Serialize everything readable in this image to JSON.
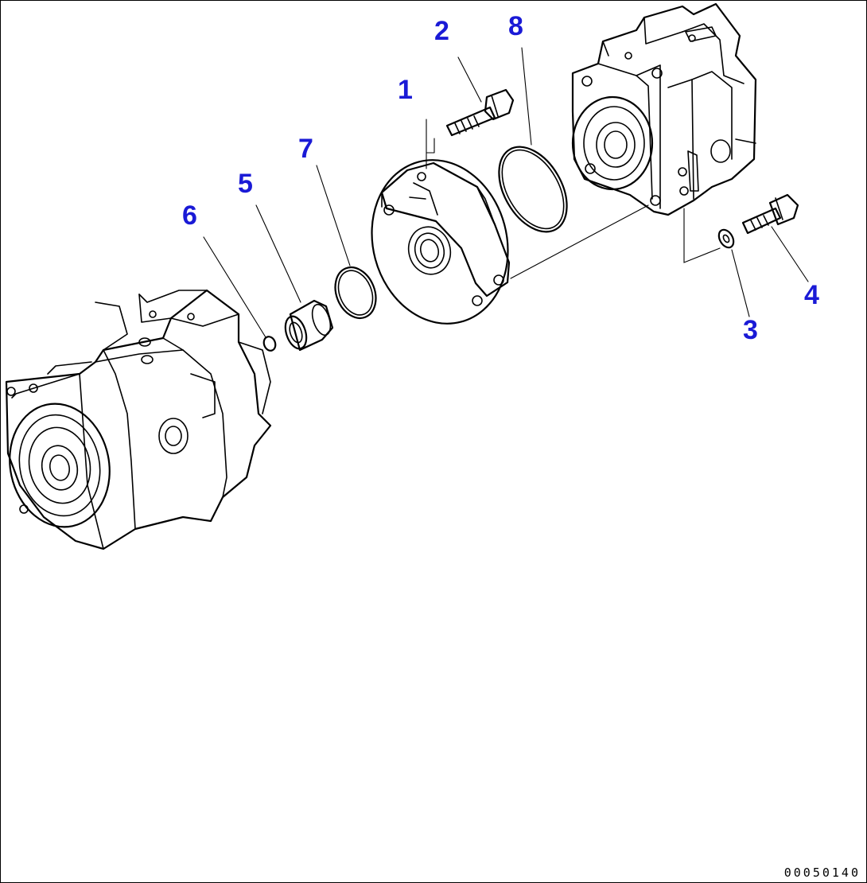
{
  "callouts": {
    "part_1": "1",
    "part_2": "2",
    "part_3": "3",
    "part_4": "4",
    "part_5": "5",
    "part_6": "6",
    "part_7": "7",
    "part_8": "8"
  },
  "drawing_number": "00050140",
  "colors": {
    "callout": "#1a1ad6",
    "line": "#000000",
    "background": "#ffffff"
  }
}
